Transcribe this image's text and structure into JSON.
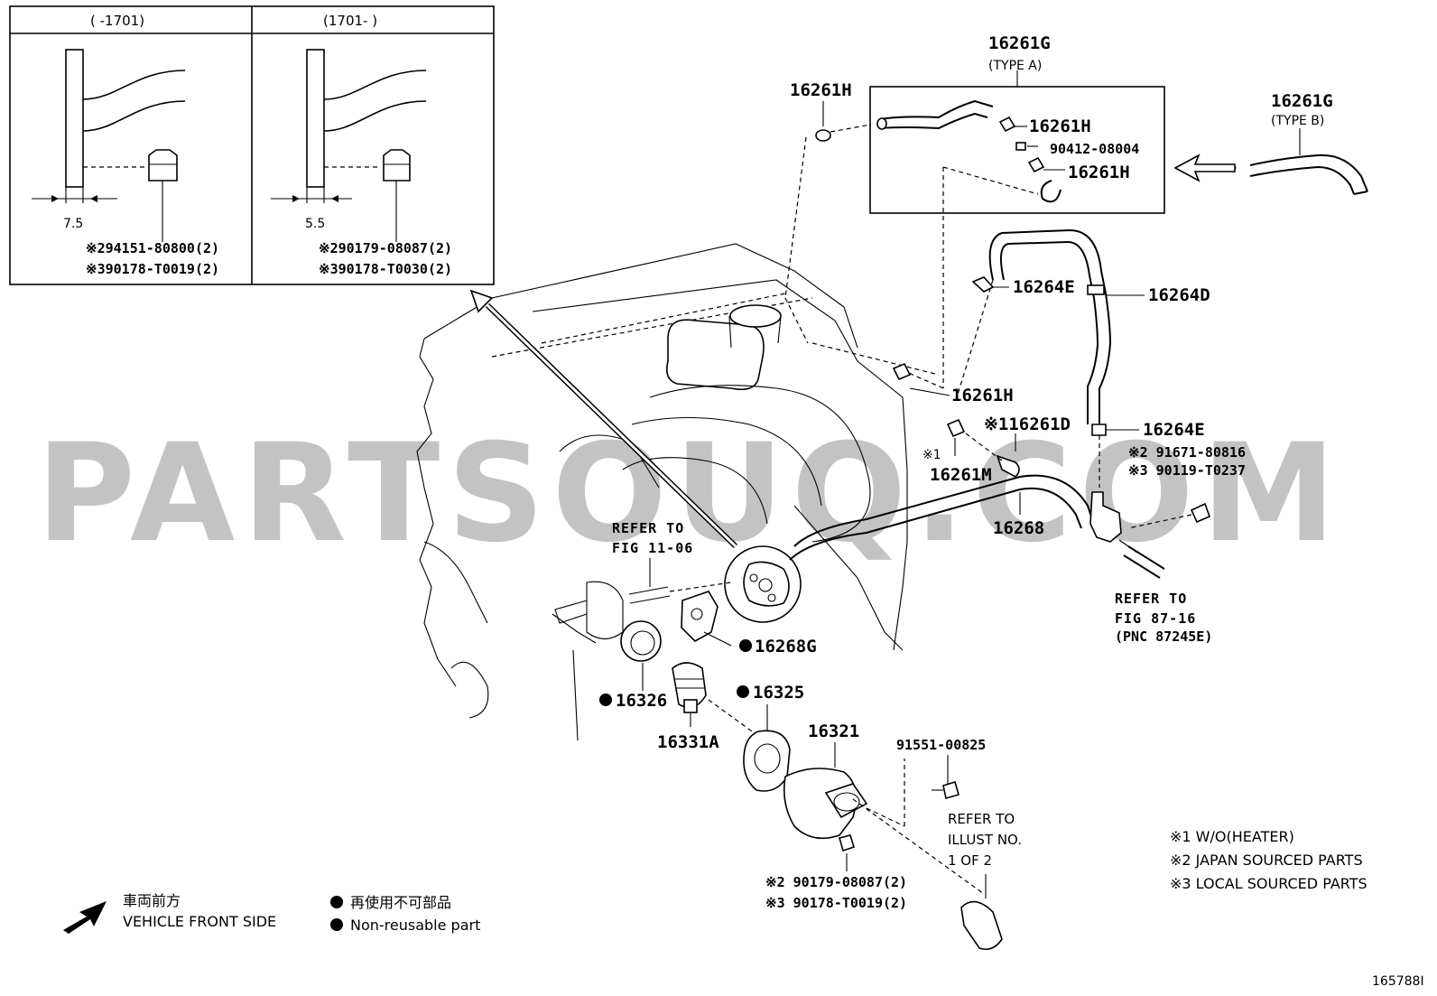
{
  "inset": {
    "left_header": "(     -1701)",
    "right_header": "(1701-     )",
    "left_dim": "7.5",
    "right_dim": "5.5",
    "left_part_1": "※294151-80800(2)",
    "left_part_2": "※390178-T0019(2)",
    "right_part_1": "※290179-08087(2)",
    "right_part_2": "※390178-T0030(2)"
  },
  "labels": {
    "p16261G_a": "16261G",
    "type_a": "(TYPE A)",
    "p16261G_b": "16261G",
    "type_b": "(TYPE B)",
    "p16261H_1": "16261H",
    "p16261H_2": "16261H",
    "p16261H_3": "16261H",
    "p16261H_4": "16261H",
    "p90412": "90412-08004",
    "p16264E_1": "16264E",
    "p16264D": "16264D",
    "p16261D": "※116261D",
    "p16261M_mark": "※1",
    "p16261M": "16261M",
    "p16264E_2": "16264E",
    "p91671": "※2 91671-80816",
    "p90119": "※3 90119-T0237",
    "p16268": "16268",
    "refer_fig_87_16": "REFER TO",
    "refer_fig_87_16_b": "FIG 87-16",
    "refer_fig_87_16_c": "(PNC 87245E)",
    "refer_fig_11_06": "REFER TO",
    "refer_fig_11_06_b": "FIG 11-06",
    "p16268G": "16268G",
    "p16326": "16326",
    "p16325": "16325",
    "p16331A": "16331A",
    "p16321": "16321",
    "p91551": "91551-00825",
    "refer_illust": "REFER TO",
    "refer_illust_b": "ILLUST NO.",
    "refer_illust_c": "1 OF 2",
    "bolt_1": "※2 90179-08087(2)",
    "bolt_2": "※3 90178-T0019(2)"
  },
  "legend": {
    "front_jp": "車両前方",
    "front_en": "VEHICLE FRONT SIDE",
    "nonreuse_jp": "再使用不可部品",
    "nonreuse_en": "Non-reusable part",
    "note_1": "※1 W/O(HEATER)",
    "note_2": "※2 JAPAN SOURCED PARTS",
    "note_3": "※3 LOCAL SOURCED PARTS"
  },
  "watermark": "PARTSOUQ.COM",
  "figure_id": "165788I"
}
